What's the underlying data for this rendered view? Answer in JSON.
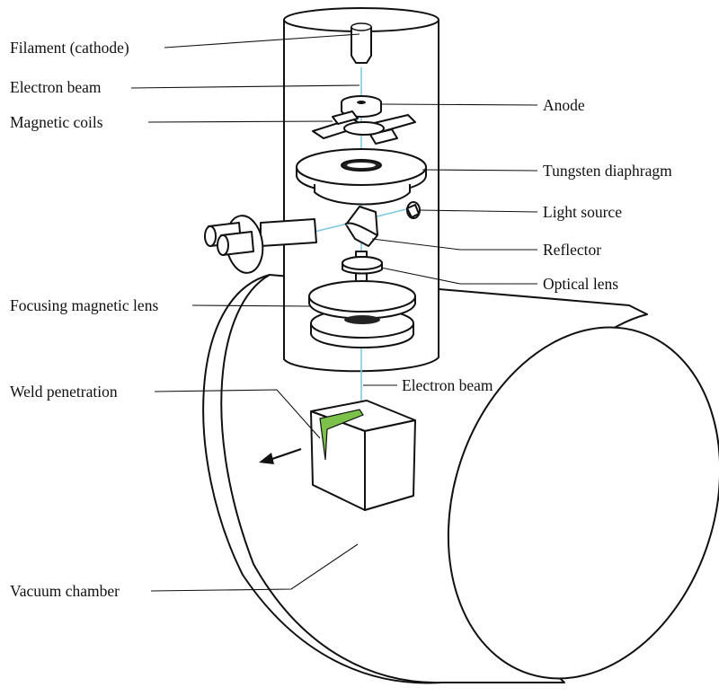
{
  "diagram": {
    "labels": {
      "filament": "Filament (cathode)",
      "electron_beam_top": "Electron beam",
      "magnetic_coils": "Magnetic coils",
      "anode": "Anode",
      "tungsten_diaphragm": "Tungsten diaphragm",
      "light_source": "Light source",
      "reflector": "Reflector",
      "optical_lens": "Optical lens",
      "focusing_magnetic_lens": "Focusing magnetic lens",
      "electron_beam_bottom": "Electron beam",
      "weld_penetration": "Weld penetration",
      "vacuum_chamber": "Vacuum chamber"
    },
    "colors": {
      "beam": "#7ec8e3",
      "weld": "#7cc24a",
      "line": "#111111"
    }
  }
}
